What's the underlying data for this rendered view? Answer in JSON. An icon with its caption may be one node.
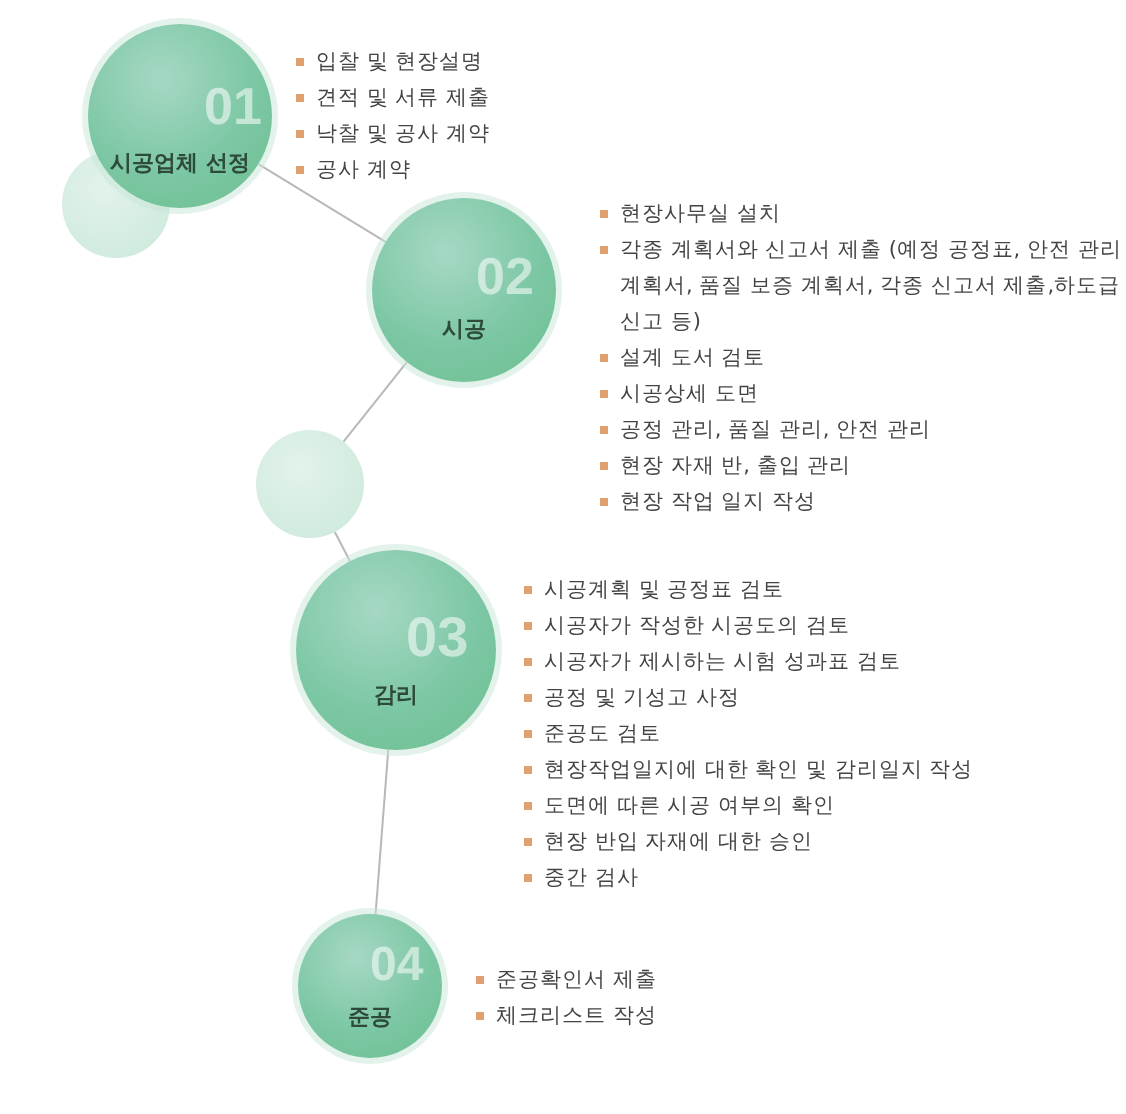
{
  "diagram": {
    "nodes": [
      {
        "text": [
          "01",
          "시공업체 선정"
        ],
        "beside": [
          "입찰 및 현장설명",
          "견적 및 서류 제출",
          "낙찰 및 공사 계약",
          "공사 계약"
        ]
      },
      {
        "text": [],
        "shape": "circle"
      },
      {
        "text": [
          "02",
          "시공"
        ],
        "beside": [
          "현장사무실 설치",
          "각종 계획서와 신고서 제출 (예정 공정표, 안전 관리 계획서, 품질 보증 계획서, 각종 신고서 제출,하도급 신고 등)",
          "설계 도서 검토",
          "시공상세 도면",
          "공정 관리, 품질 관리, 안전 관리",
          "현장 자재 반, 출입 관리",
          "현장 작업 일지 작성"
        ]
      },
      {
        "text": [],
        "shape": "circle"
      },
      {
        "text": [
          "03",
          "감리"
        ],
        "beside": [
          "시공계획 및 공정표 검토",
          "시공자가 작성한 시공도의 검토",
          "시공자가 제시하는 시험 성과표 검토",
          "공정 및 기성고 사정",
          "준공도 검토",
          "현장작업일지에 대한 확인 및 감리일지 작성",
          "도면에 따른 시공 여부의 확인",
          "현장 반입 자재에 대한 승인",
          "중간 검사"
        ]
      },
      {
        "text": [
          "04",
          "준공"
        ],
        "beside": [
          "준공확인서 제출",
          "체크리스트 작성"
        ]
      }
    ],
    "edges": [
      {
        "from": 0,
        "to": 2,
        "arrow": "none"
      },
      {
        "from": 2,
        "to": 3,
        "arrow": "none"
      },
      {
        "from": 3,
        "to": 4,
        "arrow": "none"
      },
      {
        "from": 4,
        "to": 5,
        "arrow": "none"
      }
    ]
  }
}
